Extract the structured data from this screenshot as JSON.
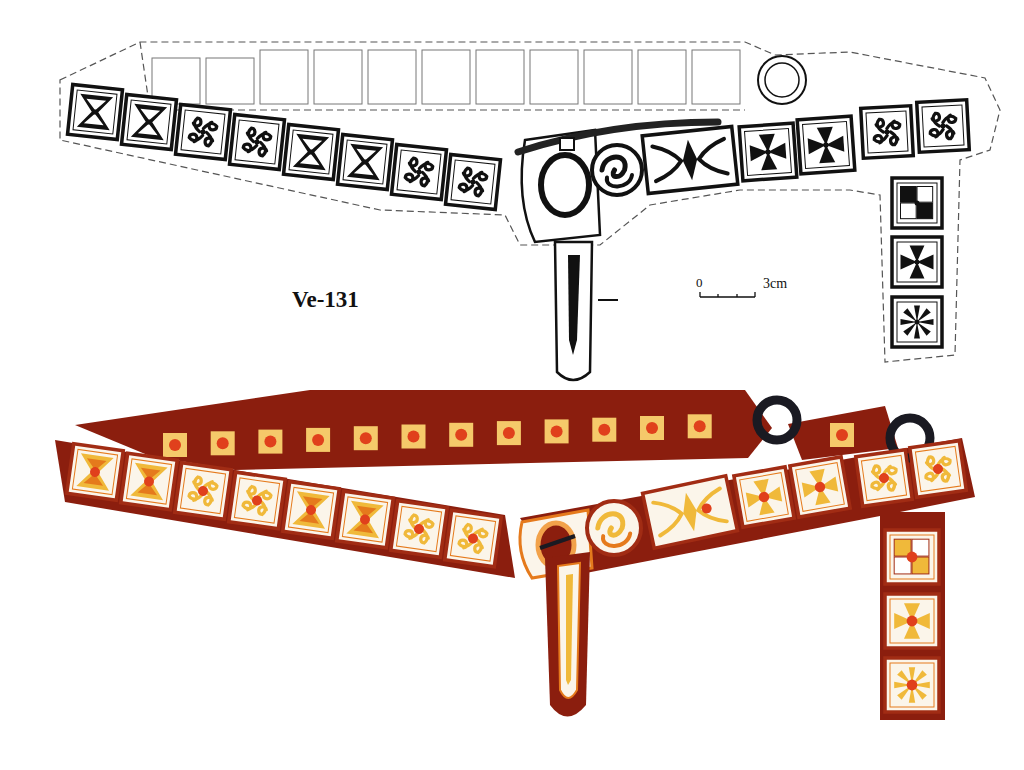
{
  "diagram": {
    "labels": [
      "Ve-131",
      "0",
      "3cm"
    ]
  }
}
